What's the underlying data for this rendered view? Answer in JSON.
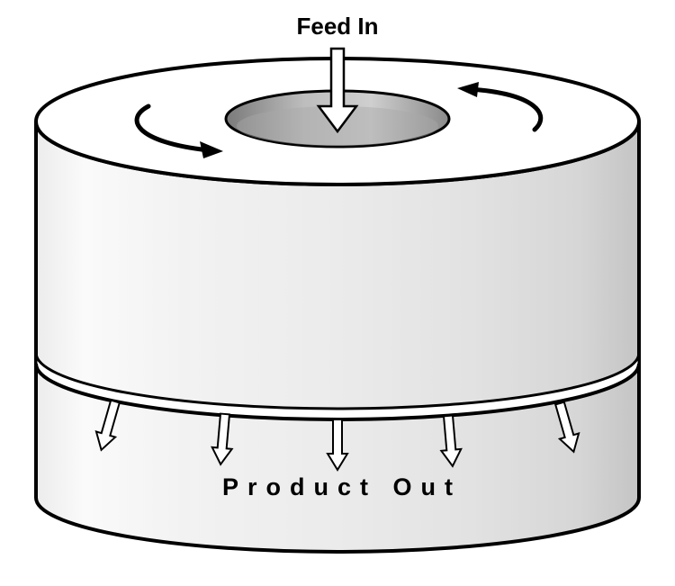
{
  "labels": {
    "feed_in": "Feed In",
    "product_out": "Product Out"
  },
  "colors": {
    "outline": "#000000",
    "body_light": "#f4f4f4",
    "body_mid": "#e4e4e4",
    "body_dark": "#c8c8c8",
    "top_face": "#ffffff",
    "hole_inner": "#9a9a9a"
  },
  "arrows": {
    "feed_in_count": 1,
    "rotation_count": 2,
    "product_out_count": 5
  }
}
